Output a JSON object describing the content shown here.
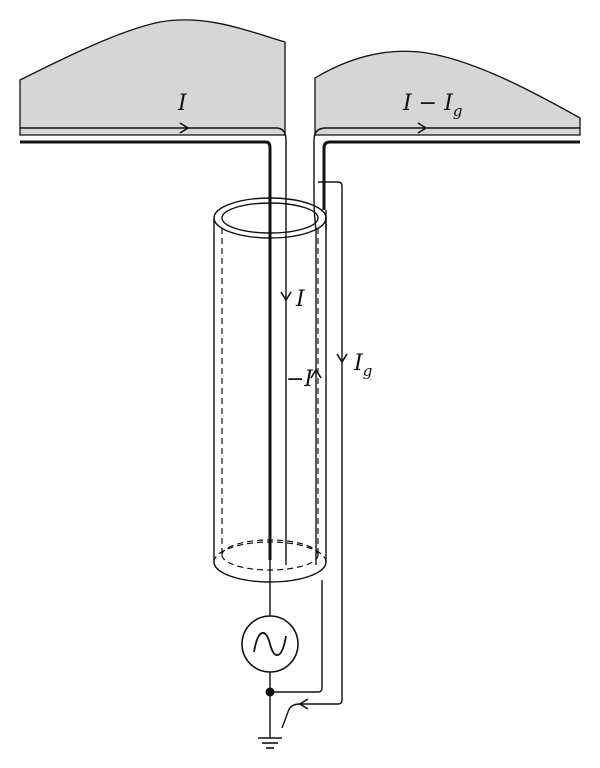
{
  "labels": {
    "top_left": "I",
    "top_right_main": "I − I",
    "top_right_sub": "g",
    "inner_down": "I",
    "return_up": "−I",
    "ground_main": "I",
    "ground_sub": "g"
  },
  "icons": {
    "source": "ac-source-icon",
    "ground": "ground-icon",
    "node": "junction-dot-icon"
  },
  "colors": {
    "ground_fill": "#d6d6d6",
    "line": "#111111",
    "background": "#ffffff"
  }
}
